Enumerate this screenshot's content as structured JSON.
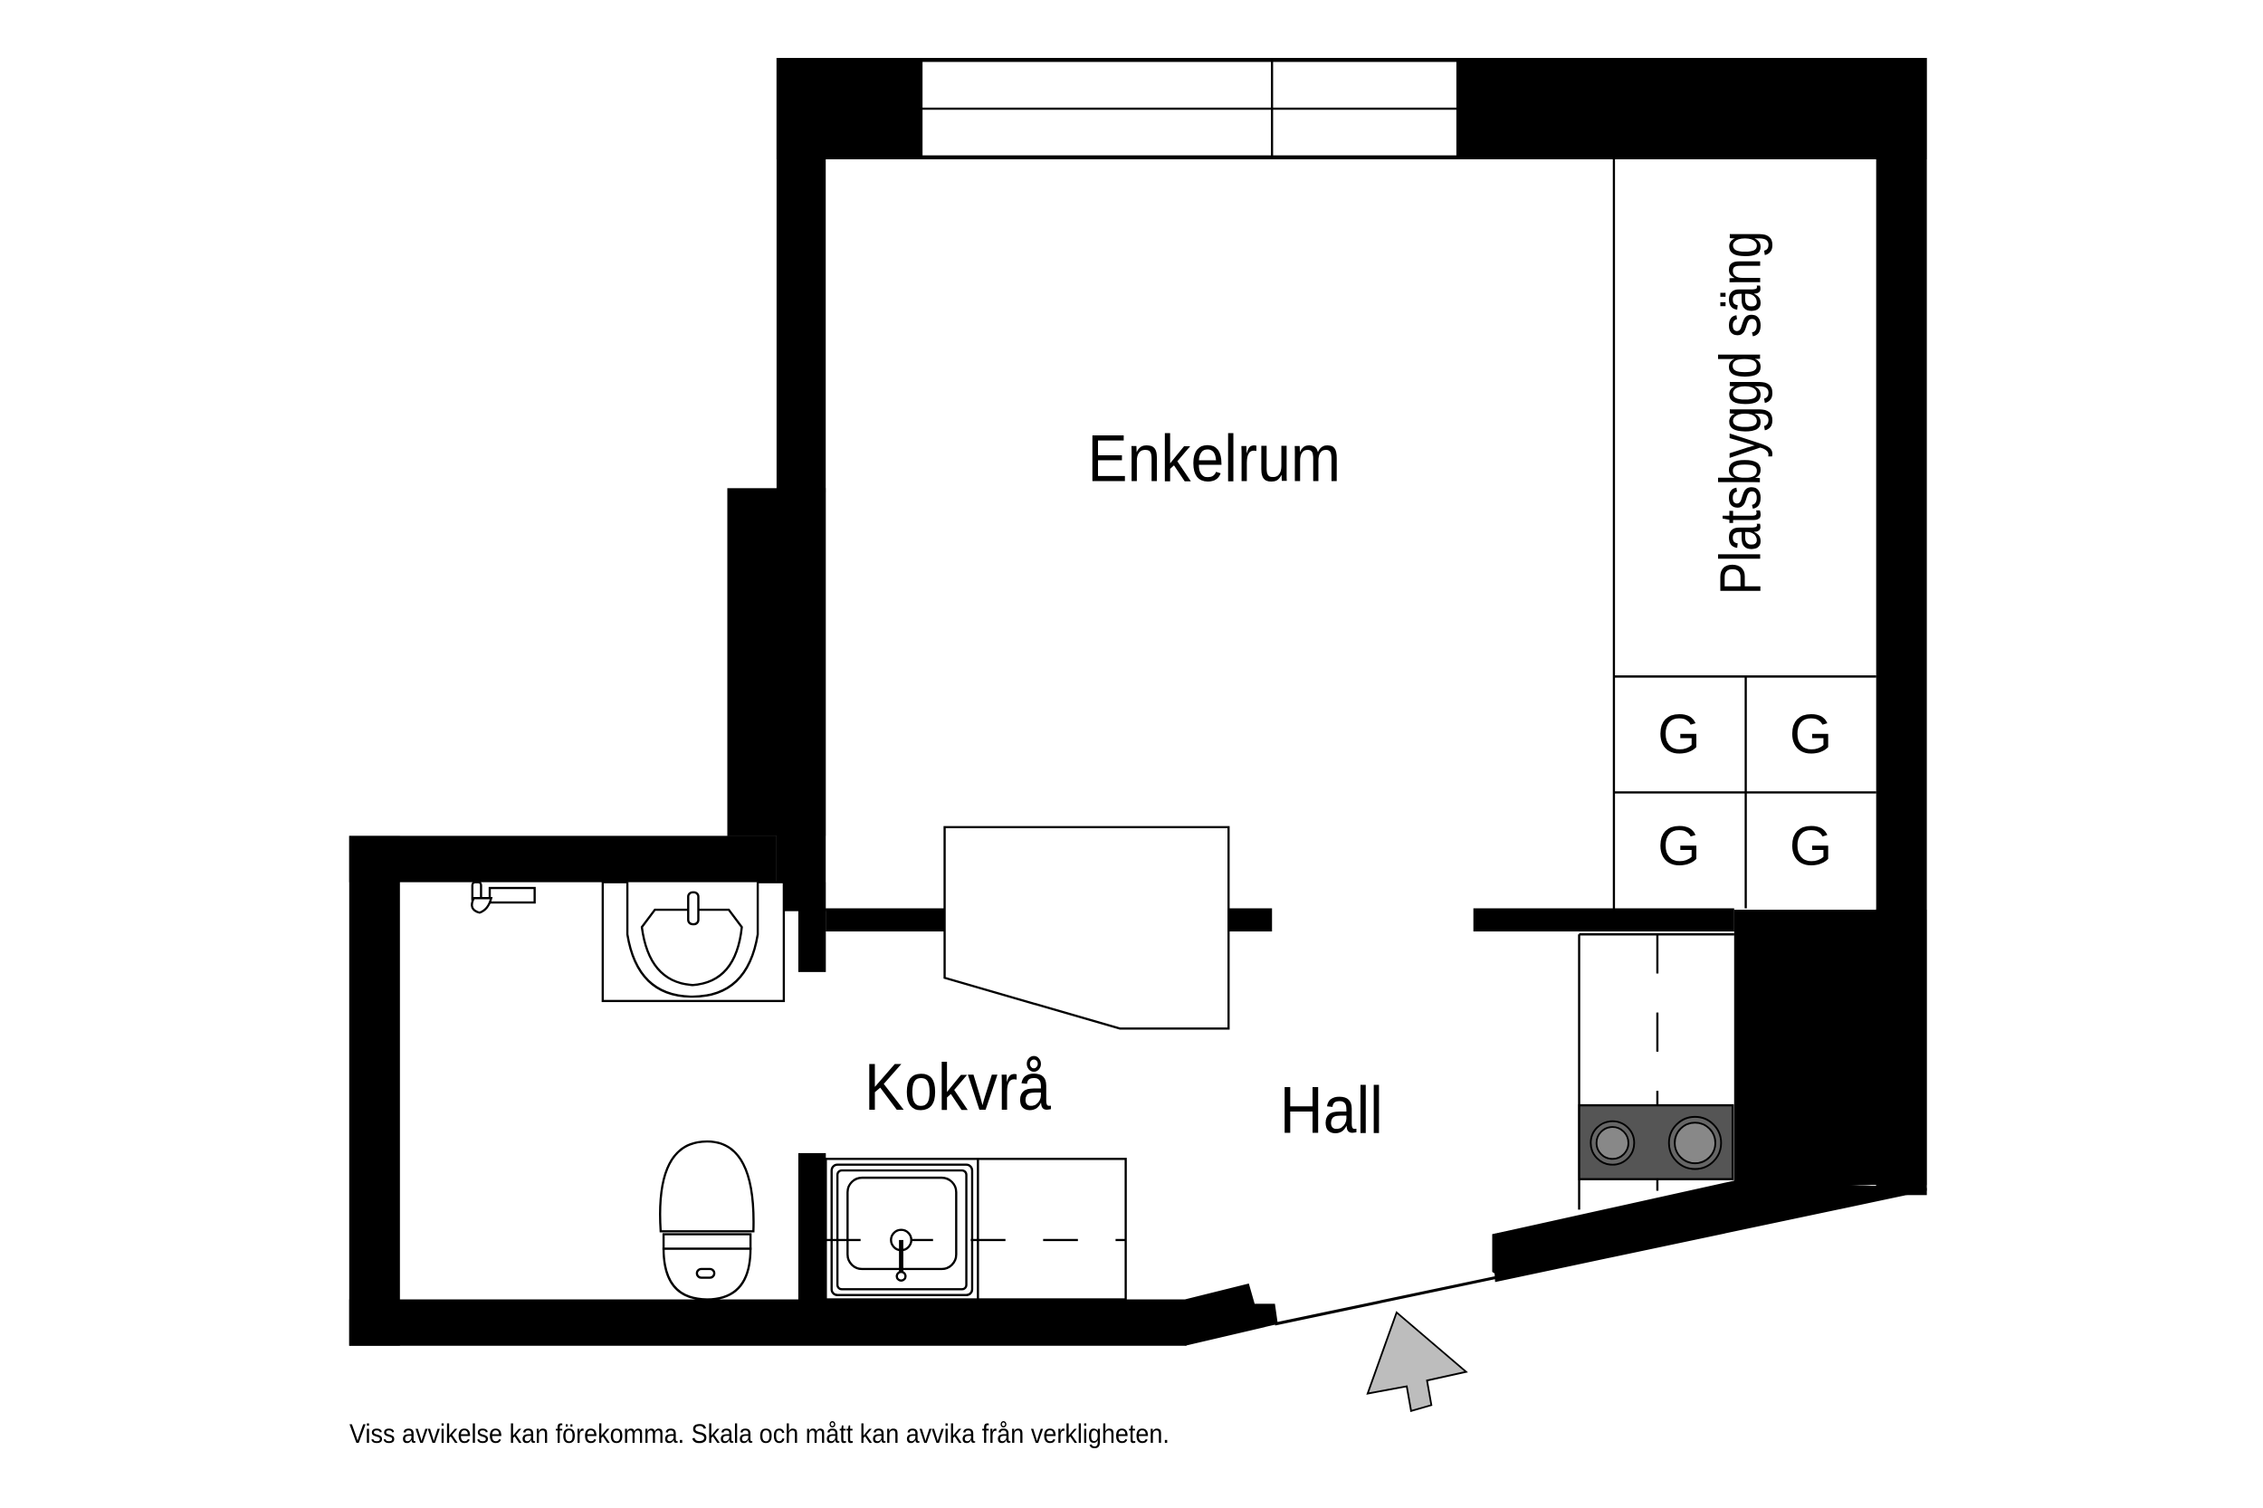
{
  "floorplan": {
    "rooms": {
      "main_room": "Enkelrum",
      "kitchen": "Kokvrå",
      "hall": "Hall"
    },
    "fixtures": {
      "built_in_bed": "Platsbyggd säng",
      "wardrobe_labels": [
        "G",
        "G",
        "G",
        "G"
      ]
    },
    "entrance_arrow_color": "#bdbdbd",
    "stove_color": "#555555",
    "wall_color": "#000000"
  },
  "footer": {
    "disclaimer": "Viss avvikelse kan förekomma. Skala och mått kan avvika från verkligheten."
  }
}
